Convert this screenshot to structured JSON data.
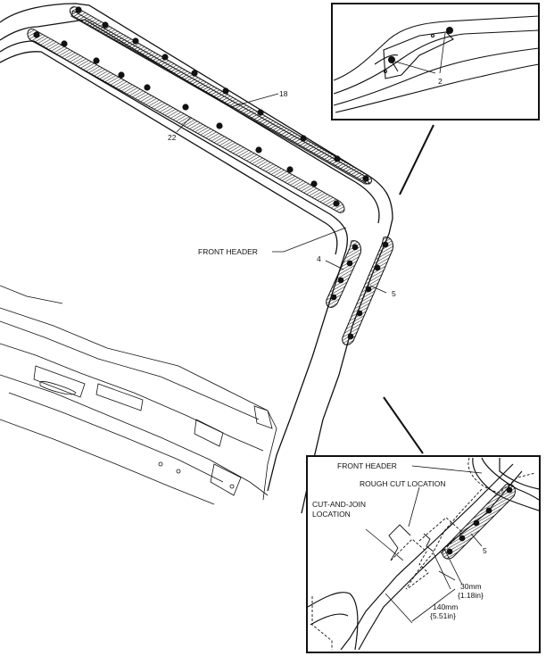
{
  "labels": {
    "callout_18": "18",
    "callout_22": "22",
    "callout_4": "4",
    "callout_5_main": "5",
    "front_header_main": "FRONT HEADER",
    "callout_2": "2",
    "front_header_detail": "FRONT HEADER",
    "rough_cut_location": "ROUGH CUT LOCATION",
    "cut_and_join_line1": "CUT-AND-JOIN",
    "cut_and_join_line2": "LOCATION",
    "callout_5_detail": "5",
    "dim_30mm": "30mm",
    "dim_30in": "{1.18in}",
    "dim_140mm": "140mm",
    "dim_140in": "{5.51in}"
  },
  "colors": {
    "line": "#111111",
    "hatch": "#222222",
    "background": "#ffffff"
  },
  "icons": {
    "weld_point": "filled-circle"
  }
}
